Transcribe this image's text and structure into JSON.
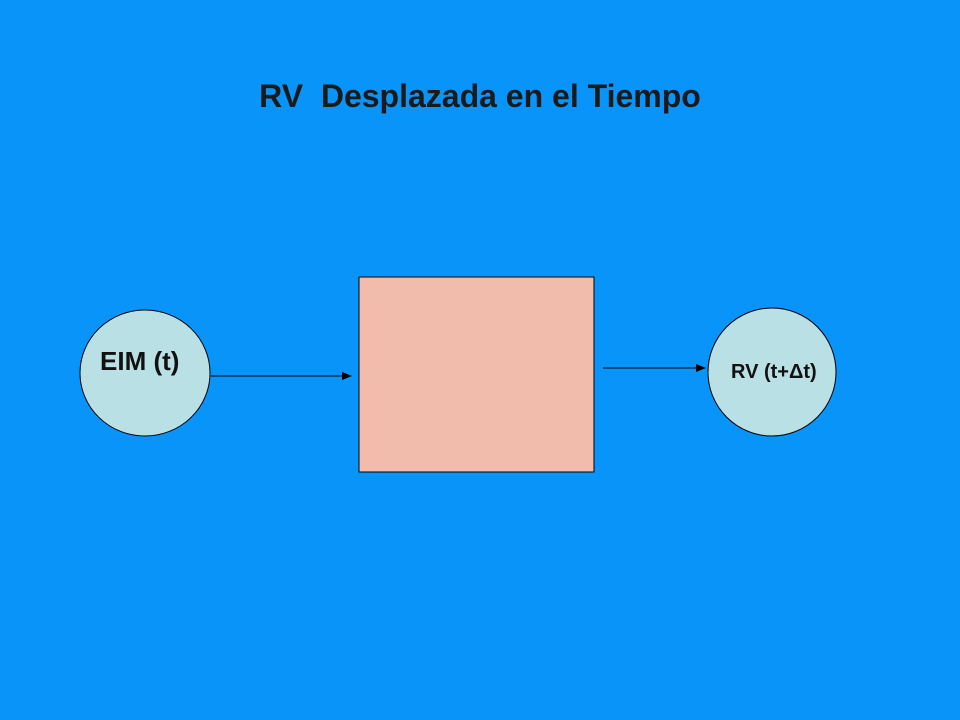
{
  "slide": {
    "title": "RV  Desplazada en el Tiempo"
  },
  "diagram": {
    "input_node": {
      "label": "EIM (t)"
    },
    "output_node": {
      "label": "RV (t+Δt)"
    }
  },
  "colors": {
    "background": "#0894f8",
    "node_fill": "#b9e0e5",
    "process_fill": "#f2bcad",
    "stroke": "#000000"
  }
}
